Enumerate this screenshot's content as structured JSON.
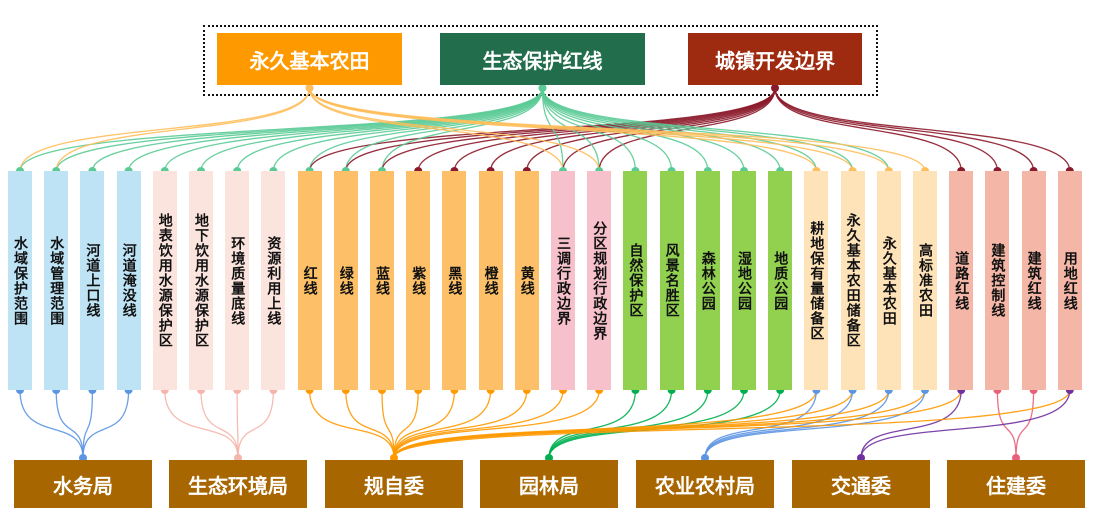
{
  "headers": [
    {
      "label": "永久基本农田",
      "color": "#FF9900",
      "line": "#FFBE5A"
    },
    {
      "label": "生态保护红线",
      "color": "#226E4C",
      "line": "#5BCB96"
    },
    {
      "label": "城镇开发边界",
      "color": "#9E2A10",
      "line": "#8B1A2A"
    }
  ],
  "ministries": [
    {
      "label": "水务局",
      "line": "#5B95E3"
    },
    {
      "label": "生态环境局",
      "line": "#F5B5AA"
    },
    {
      "label": "规自委",
      "line": "#FF9900"
    },
    {
      "label": "园林局",
      "line": "#00B050"
    },
    {
      "label": "农业农村局",
      "line": "#5B95E3"
    },
    {
      "label": "交通委",
      "line": "#7030A0"
    },
    {
      "label": "住建委",
      "line": "#E8607A"
    }
  ],
  "columns": [
    {
      "label": "水域保护范围",
      "bg": "#BDE3F5",
      "top": [
        1,
        0
      ],
      "bottom": [
        0
      ]
    },
    {
      "label": "水域管理范围",
      "bg": "#BDE3F5",
      "top": [
        1,
        0
      ],
      "bottom": [
        0
      ]
    },
    {
      "label": "河道上口线",
      "bg": "#BDE3F5",
      "top": [
        1
      ],
      "bottom": [
        0
      ]
    },
    {
      "label": "河道淹没线",
      "bg": "#BDE3F5",
      "top": [
        1
      ],
      "bottom": [
        0
      ]
    },
    {
      "label": "地表饮用水源保护区",
      "bg": "#FCE4DE",
      "top": [
        1
      ],
      "bottom": [
        1
      ]
    },
    {
      "label": "地下饮用水源保护区",
      "bg": "#FCE4DE",
      "top": [
        1
      ],
      "bottom": [
        1
      ]
    },
    {
      "label": "环境质量底线",
      "bg": "#FCE4DE",
      "top": [
        1
      ],
      "bottom": [
        1
      ]
    },
    {
      "label": "资源利用上线",
      "bg": "#FCE4DE",
      "top": [
        1
      ],
      "bottom": [
        1
      ]
    },
    {
      "label": "红线",
      "bg": "#FDC068",
      "top": [
        1,
        2
      ],
      "bottom": [
        2
      ]
    },
    {
      "label": "绿线",
      "bg": "#FDC068",
      "top": [
        1,
        2
      ],
      "bottom": [
        2
      ]
    },
    {
      "label": "蓝线",
      "bg": "#FDC068",
      "top": [
        1,
        2
      ],
      "bottom": [
        2
      ]
    },
    {
      "label": "紫线",
      "bg": "#FDC068",
      "top": [
        2
      ],
      "bottom": [
        2
      ]
    },
    {
      "label": "黑线",
      "bg": "#FDC068",
      "top": [
        2
      ],
      "bottom": [
        2
      ]
    },
    {
      "label": "橙线",
      "bg": "#FDC068",
      "top": [
        2
      ],
      "bottom": [
        2
      ]
    },
    {
      "label": "黄线",
      "bg": "#FDC068",
      "top": [
        2
      ],
      "bottom": [
        2
      ]
    },
    {
      "label": "三调行政边界",
      "bg": "#F7C1CB",
      "top": [
        1,
        0,
        2
      ],
      "bottom": [
        2
      ]
    },
    {
      "label": "分区规划行政边界",
      "bg": "#F7C1CB",
      "top": [
        1,
        0,
        2
      ],
      "bottom": [
        2
      ]
    },
    {
      "label": "自然保护区",
      "bg": "#92D050",
      "top": [
        1
      ],
      "bottom": [
        3
      ]
    },
    {
      "label": "风景名胜区",
      "bg": "#92D050",
      "top": [
        1
      ],
      "bottom": [
        3
      ]
    },
    {
      "label": "森林公园",
      "bg": "#92D050",
      "top": [
        1
      ],
      "bottom": [
        3
      ]
    },
    {
      "label": "湿地公园",
      "bg": "#92D050",
      "top": [
        1
      ],
      "bottom": [
        3
      ]
    },
    {
      "label": "地质公园",
      "bg": "#92D050",
      "top": [
        1
      ],
      "bottom": [
        3
      ]
    },
    {
      "label": "耕地保有量储备区",
      "bg": "#FFE3B8",
      "top": [
        0,
        1
      ],
      "bottom": [
        2,
        4
      ]
    },
    {
      "label": "永久基本农田储备区",
      "bg": "#FFE3B8",
      "top": [
        0,
        1
      ],
      "bottom": [
        2,
        4
      ]
    },
    {
      "label": "永久基本农田",
      "bg": "#FFE3B8",
      "top": [
        0,
        1
      ],
      "bottom": [
        2,
        4
      ]
    },
    {
      "label": "高标准农田",
      "bg": "#FFE3B8",
      "top": [
        0
      ],
      "bottom": [
        2,
        4
      ]
    },
    {
      "label": "道路红线",
      "bg": "#F4B6A6",
      "top": [
        2
      ],
      "bottom": [
        2,
        5
      ]
    },
    {
      "label": "建筑控制线",
      "bg": "#F4B6A6",
      "top": [
        2
      ],
      "bottom": [
        6
      ]
    },
    {
      "label": "建筑红线",
      "bg": "#F4B6A6",
      "top": [
        2
      ],
      "bottom": [
        6
      ]
    },
    {
      "label": "用地红线",
      "bg": "#F4B6A6",
      "top": [
        2
      ],
      "bottom": [
        2,
        5
      ]
    }
  ]
}
